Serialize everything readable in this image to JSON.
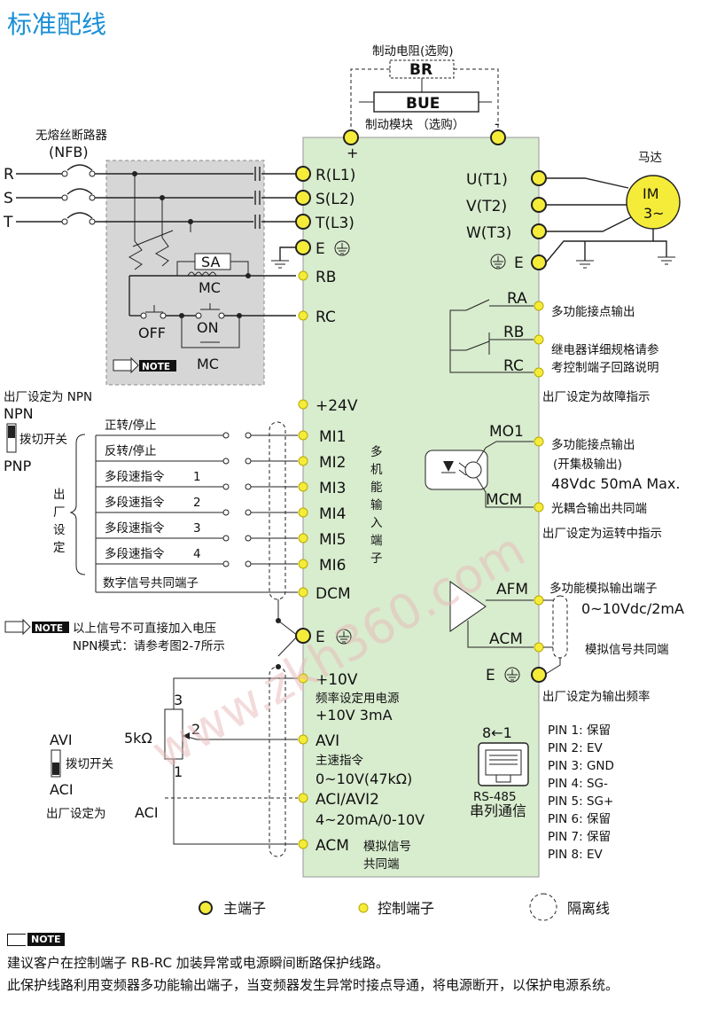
{
  "title": "标准配线",
  "braking": {
    "resistor_label": "制动电阻(选购)",
    "br": "BR",
    "bue": "BUE",
    "module_label": "制动模块 （选购）",
    "plus": "+",
    "minus": "-"
  },
  "breaker": {
    "label": "无熔丝断路器",
    "abbr": "(NFB)",
    "phases": [
      "R",
      "S",
      "T"
    ]
  },
  "relay_box": {
    "sa": "SA",
    "mc": "MC",
    "off": "OFF",
    "on": "ON",
    "mc2": "MC"
  },
  "note_tag": "NOTE",
  "main_inputs": [
    "R(L1)",
    "S(L2)",
    "T(L3)",
    "E"
  ],
  "rb": "RB",
  "rc": "RC",
  "motor": {
    "label": "马达",
    "im": "IM",
    "phase": "3~"
  },
  "outputs": [
    "U(T1)",
    "V(T2)",
    "W(T3)",
    "E"
  ],
  "relay_out": {
    "ra": "RA",
    "rb": "RB",
    "rc": "RC",
    "ra_desc": "多功能接点输出",
    "rb_desc": "继电器详细规格请参",
    "rb_desc2": "考控制端子回路说明",
    "rc_desc": "出厂设定为故障指示"
  },
  "npn_default": "出厂设定为 NPN",
  "npn": "NPN",
  "switch_label": "拨切开关",
  "pnp": "PNP",
  "factory_vertical": [
    "出",
    "厂",
    "设",
    "定"
  ],
  "p24": "+24V",
  "mi_terminals": [
    "MI1",
    "MI2",
    "MI3",
    "MI4",
    "MI5",
    "MI6"
  ],
  "mi_functions": [
    "正转/停止",
    "反转/停止",
    "多段速指令",
    "多段速指令",
    "多段速指令",
    "多段速指令"
  ],
  "mi_numbers": [
    "",
    "",
    "1",
    "2",
    "3",
    "4"
  ],
  "multi_input_vertical": [
    "多",
    "机",
    "能",
    "输",
    "入",
    "端",
    "子"
  ],
  "digital_common": "数字信号共同端子",
  "dcm": "DCM",
  "mo": {
    "mo1": "MO1",
    "desc1": "多功能接点输出",
    "desc2": "(开集极输出)",
    "desc3": "48Vdc 50mA Max.",
    "mcm": "MCM",
    "mcm_desc": "光耦合输出共同端",
    "factory": "出厂设定为运转中指示"
  },
  "warning": {
    "line1": "以上信号不可直接加入电压",
    "line2": "NPN模式：请参考图2-7所示"
  },
  "e_mid": "E",
  "afm": {
    "afm": "AFM",
    "desc1": "多功能模拟输出端子",
    "desc2": "0~10Vdc/2mA",
    "acm": "ACM",
    "acm_desc": "模拟信号共同端",
    "e": "E",
    "factory": "出厂设定为输出频率"
  },
  "analog": {
    "p10": "+10V",
    "p10_desc1": "频率设定用电源",
    "p10_desc2": "+10V 3mA",
    "avi": "AVI",
    "avi_desc1": "主速指令",
    "avi_desc2": "0~10V(47kΩ)",
    "aci": "ACI/AVI2",
    "aci_desc": "4~20mA/0-10V",
    "acm": "ACM",
    "acm_desc1": "模拟信号",
    "acm_desc2": "共同端",
    "pot": "5kΩ",
    "pin3": "3",
    "pin2": "2",
    "pin1": "1",
    "avi_sw": "AVI",
    "aci_sw": "ACI",
    "switch": "拨切开关",
    "factory": "出厂设定为",
    "factory_val": "ACI"
  },
  "rs485": {
    "pins_label": "8←1",
    "name": "RS-485",
    "desc": "串列通信",
    "pins": [
      "PIN 1: 保留",
      "PIN 2: EV",
      "PIN 3: GND",
      "PIN 4: SG-",
      "PIN 5: SG+",
      "PIN 6: 保留",
      "PIN 7: 保留",
      "PIN 8: EV"
    ]
  },
  "legend": {
    "main": "主端子",
    "control": "控制端子",
    "isolation": "隔离线"
  },
  "footnote": {
    "line1": "建议客户在控制端子 RB-RC 加装异常或电源瞬间断路保护线路。",
    "line2": "此保护线路利用变频器多功能输出端子，当变频器发生异常时接点导通，将电源断开，以保护电源系统。"
  },
  "colors": {
    "title": "#1a8fd6",
    "terminal_fill": "#f5ec3a",
    "inverter_fill": "#d8ecce",
    "relay_box": "#d6d6d6",
    "watermark": "#e8b9b9"
  }
}
